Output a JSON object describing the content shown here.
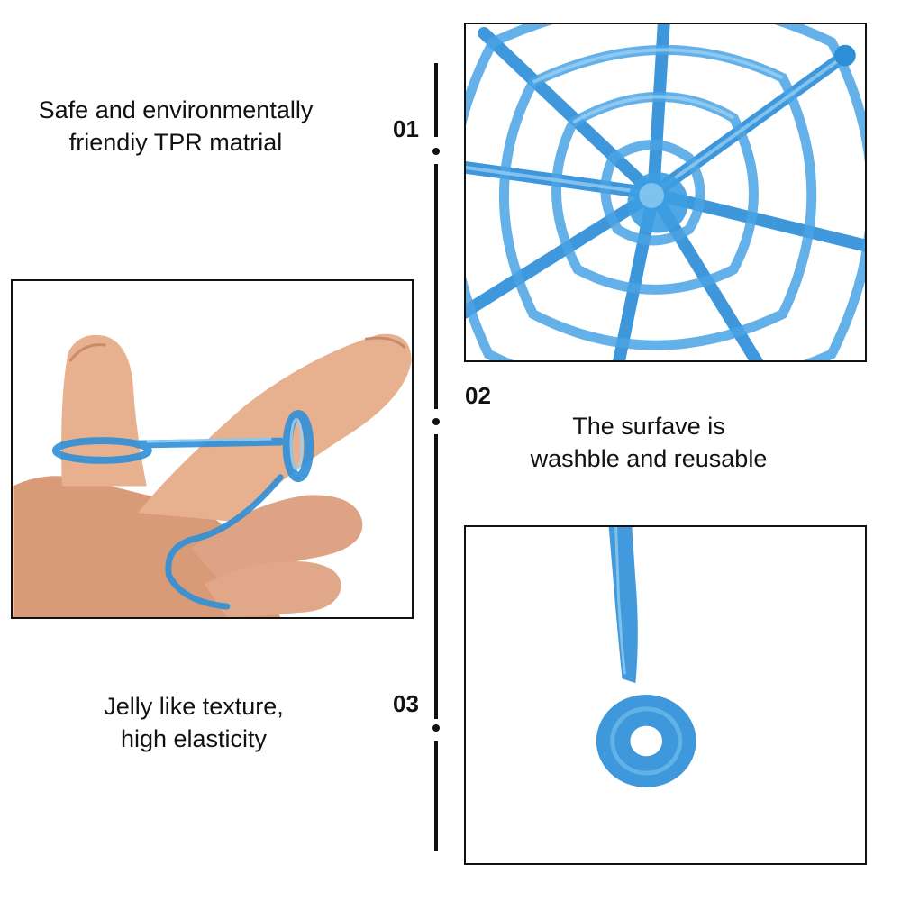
{
  "feature_1": {
    "number": "01",
    "lines": [
      "Safe and environmentally",
      "friendiy TPR matrial"
    ]
  },
  "feature_2": {
    "number": "02",
    "lines": [
      "The surfave is",
      "washble and reusable"
    ]
  },
  "feature_3": {
    "number": "03",
    "lines": [
      "Jelly like texture,",
      "high elasticity"
    ]
  },
  "colors": {
    "product_blue": "#2e8fd8",
    "product_blue_light": "#7cc3f0",
    "skin": "#e7b08f",
    "line": "#111111"
  },
  "images": [
    {
      "name": "spider-web-photo",
      "depicts": "blue jelly spider web closeup"
    },
    {
      "name": "stretch-photo",
      "depicts": "hand stretching blue jelly strand"
    },
    {
      "name": "ring-photo",
      "depicts": "blue jelly strand with ring end"
    }
  ]
}
